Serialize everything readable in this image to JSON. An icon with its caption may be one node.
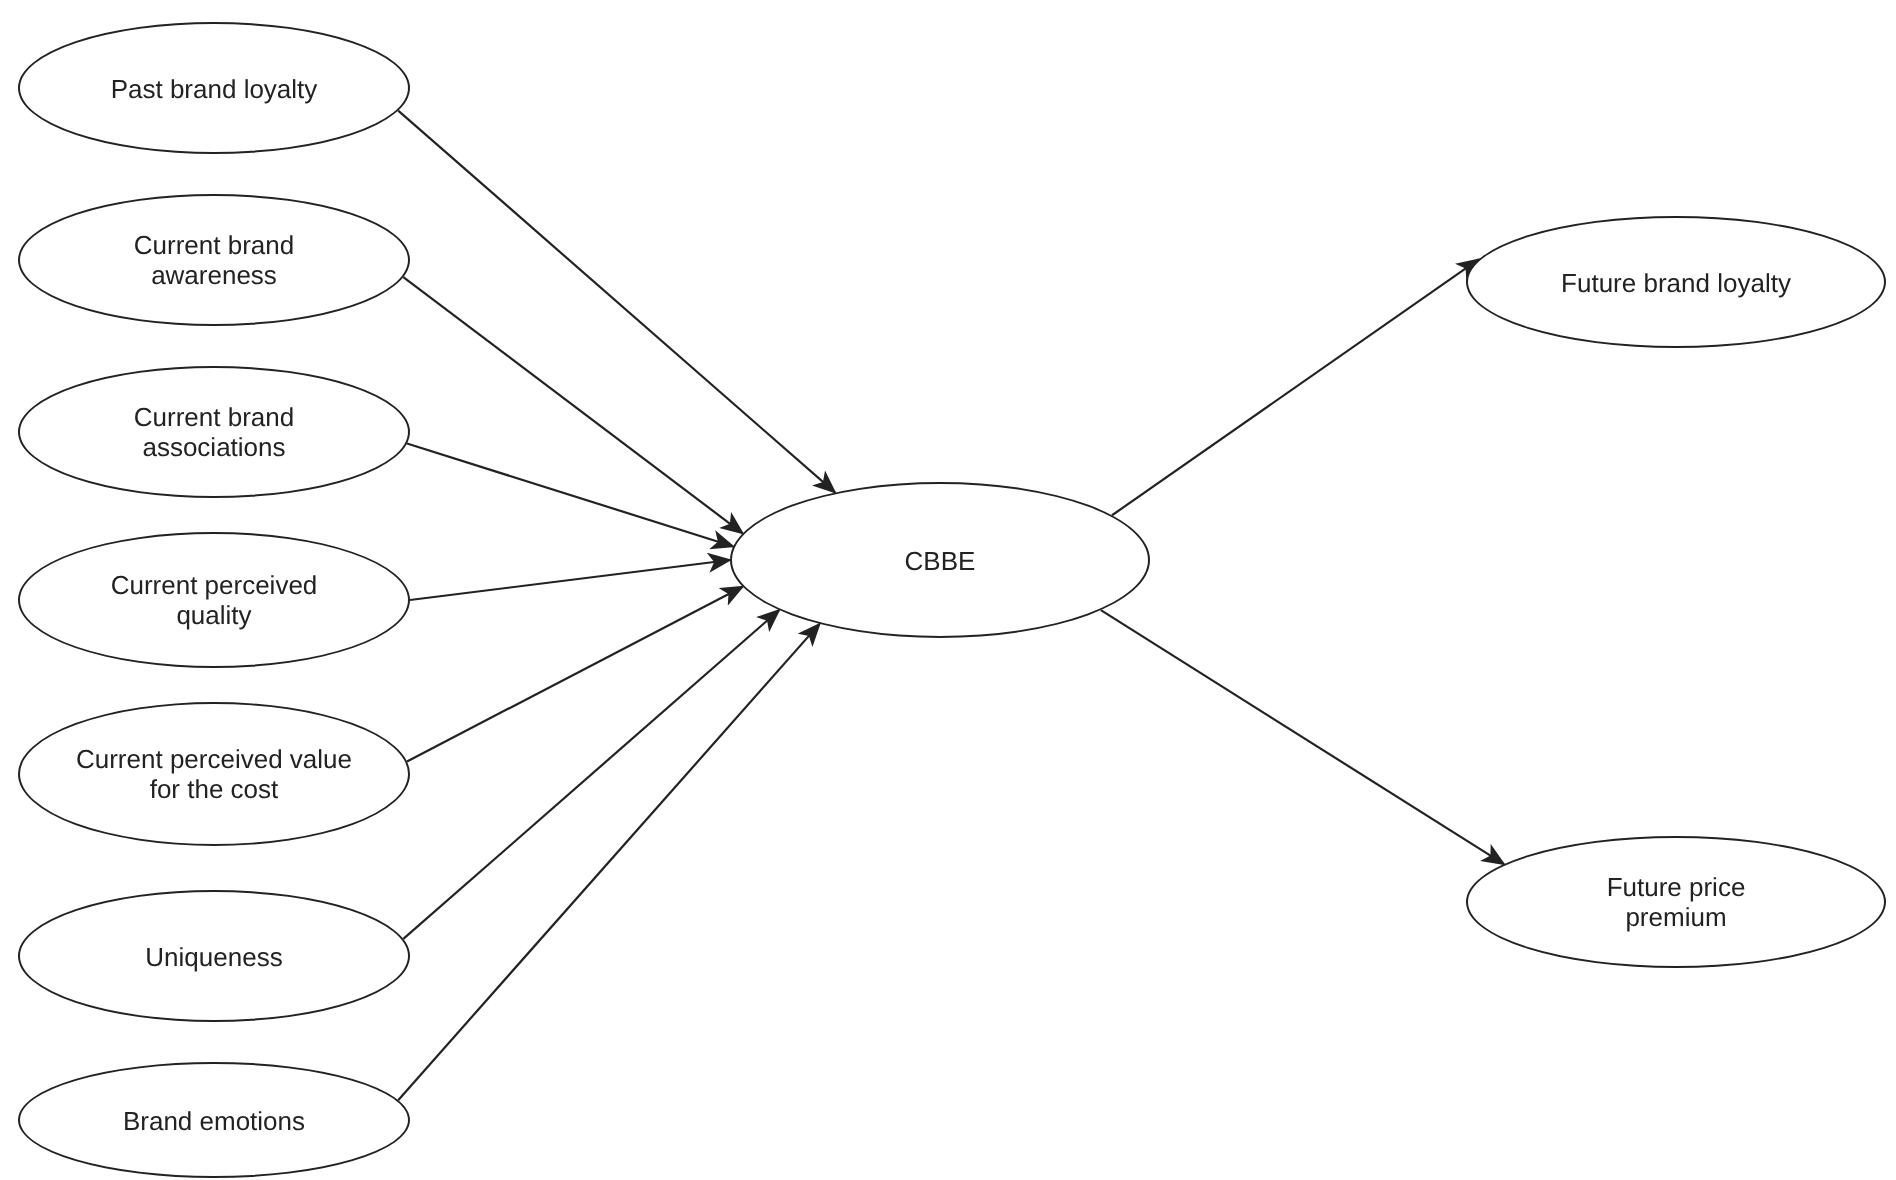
{
  "diagram": {
    "nodes": [
      {
        "text": [
          "Past brand loyalty"
        ]
      },
      {
        "text": [
          "Current brand awareness"
        ]
      },
      {
        "text": [
          "Current brand associations"
        ]
      },
      {
        "text": [
          "Current perceived quality"
        ]
      },
      {
        "text": [
          "Current perceived value for the cost"
        ]
      },
      {
        "text": [
          "Uniqueness"
        ]
      },
      {
        "text": [
          "Brand emotions"
        ]
      },
      {
        "text": [
          "CBBE"
        ]
      },
      {
        "text": [
          "Future brand loyalty"
        ]
      },
      {
        "text": [
          "Future price premium"
        ]
      }
    ],
    "edges": [
      {
        "from": 0,
        "to": 7,
        "arrow": "to"
      },
      {
        "from": 1,
        "to": 7,
        "arrow": "to"
      },
      {
        "from": 2,
        "to": 7,
        "arrow": "to"
      },
      {
        "from": 3,
        "to": 7,
        "arrow": "to"
      },
      {
        "from": 4,
        "to": 7,
        "arrow": "to"
      },
      {
        "from": 5,
        "to": 7,
        "arrow": "to"
      },
      {
        "from": 6,
        "to": 7,
        "arrow": "to"
      },
      {
        "from": 7,
        "to": 8,
        "arrow": "to"
      },
      {
        "from": 7,
        "to": 9,
        "arrow": "to"
      }
    ]
  }
}
